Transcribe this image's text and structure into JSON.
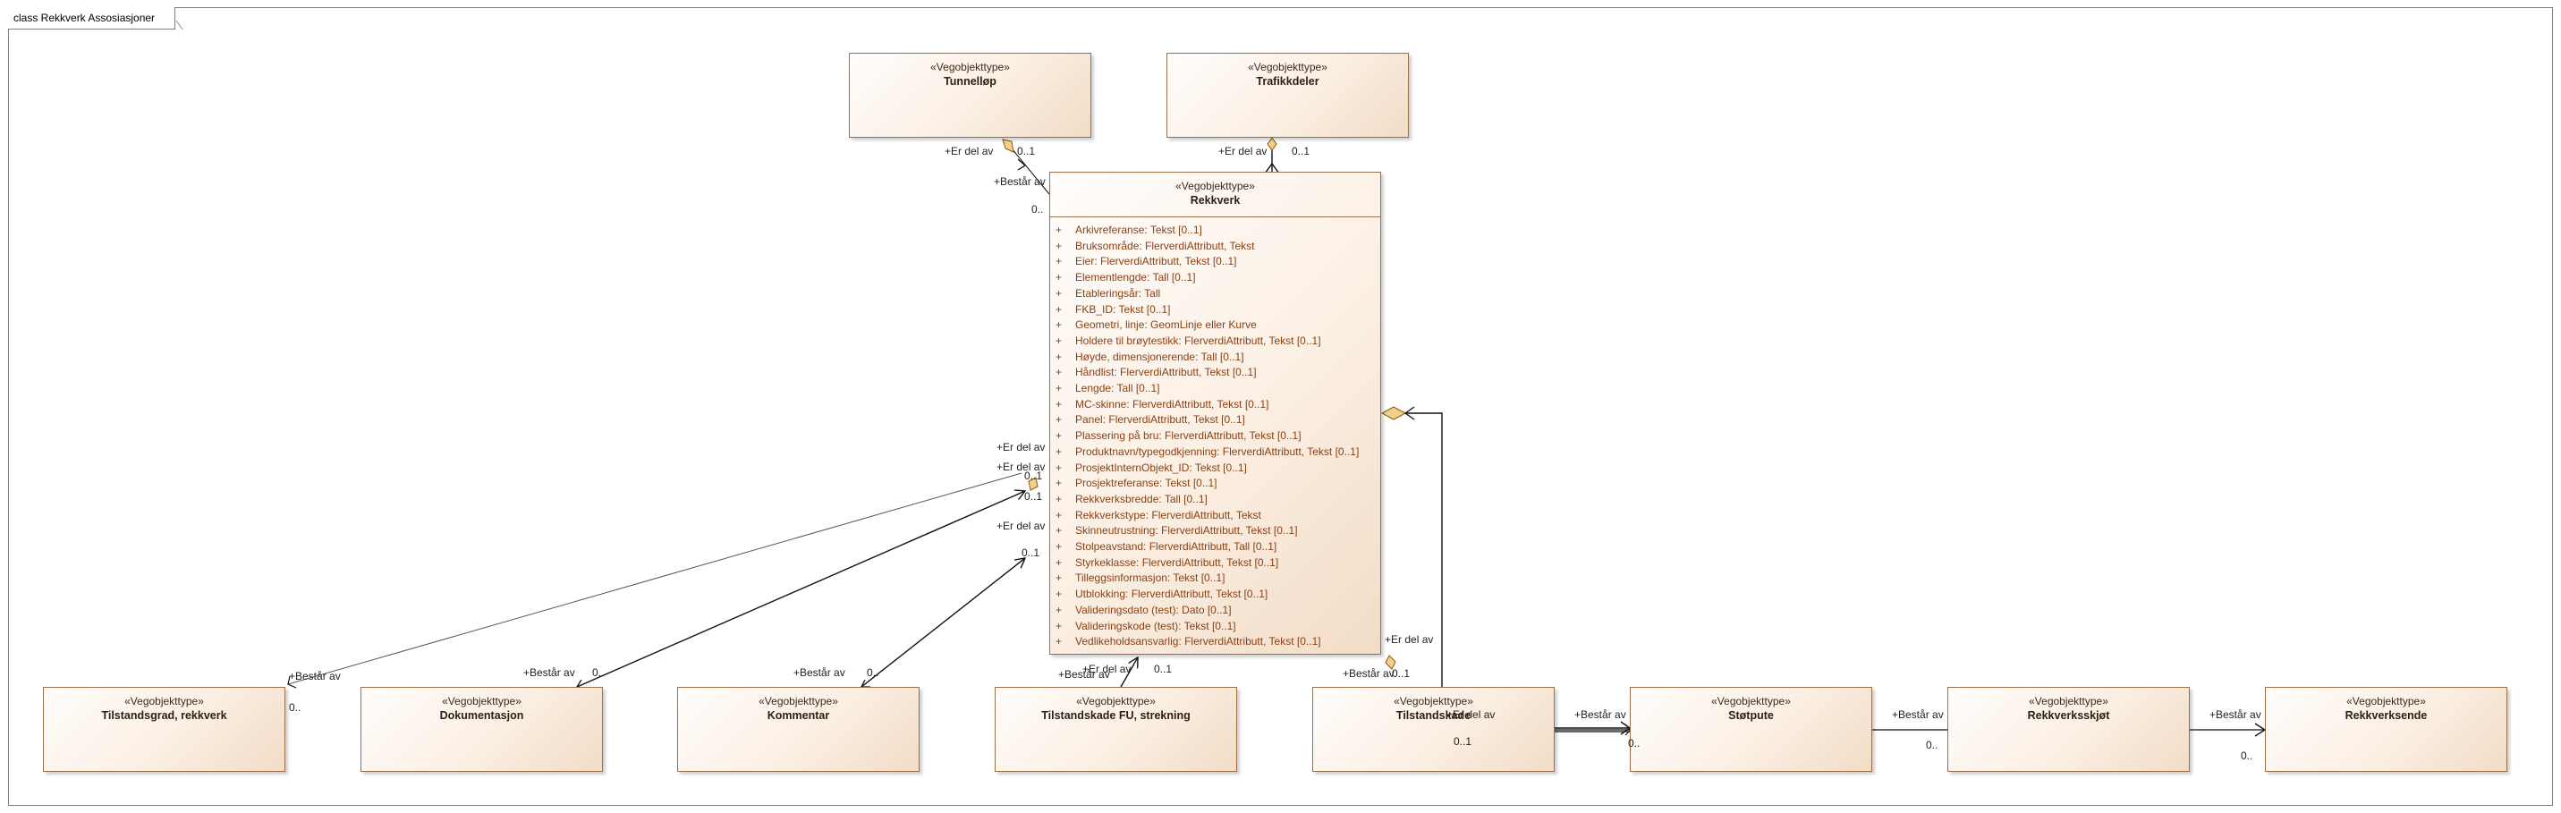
{
  "frame": {
    "title": "class Rekkverk Assosiasjoner"
  },
  "stereotype": "«Vegobjekttype»",
  "classes": {
    "tunnellop": "Tunnelløp",
    "trafikkdeler": "Trafikkdeler",
    "rekkverk": "Rekkverk",
    "tilstandsgrad": "Tilstandsgrad, rekkverk",
    "dokumentasjon": "Dokumentasjon",
    "kommentar": "Kommentar",
    "tilstandskade_fu": "Tilstandskade FU, strekning",
    "tilstandskade": "Tilstandskade",
    "stotpute": "Støtpute",
    "rekkverksskjot": "Rekkverksskjøt",
    "rekkverksende": "Rekkverksende"
  },
  "visibility": "+",
  "attributes": [
    "Arkivreferanse: Tekst [0..1]",
    "Bruksområde: FlerverdiAttributt, Tekst",
    "Eier: FlerverdiAttributt, Tekst [0..1]",
    "Elementlengde: Tall [0..1]",
    "Etableringsår: Tall",
    "FKB_ID: Tekst [0..1]",
    "Geometri, linje: GeomLinje eller Kurve",
    "Holdere til brøytestikk: FlerverdiAttributt, Tekst [0..1]",
    "Høyde, dimensjonerende: Tall [0..1]",
    "Håndlist: FlerverdiAttributt, Tekst [0..1]",
    "Lengde: Tall [0..1]",
    "MC-skinne: FlerverdiAttributt, Tekst [0..1]",
    "Panel: FlerverdiAttributt, Tekst [0..1]",
    "Plassering på bru: FlerverdiAttributt, Tekst [0..1]",
    "Produktnavn/typegodkjenning: FlerverdiAttributt, Tekst [0..1]",
    "ProsjektInternObjekt_ID: Tekst [0..1]",
    "Prosjektreferanse: Tekst [0..1]",
    "Rekkverksbredde: Tall [0..1]",
    "Rekkverkstype: FlerverdiAttributt, Tekst",
    "Skinneutrustning: FlerverdiAttributt, Tekst [0..1]",
    "Stolpeavstand: FlerverdiAttributt, Tall [0..1]",
    "Styrkeklasse: FlerverdiAttributt, Tekst [0..1]",
    "Tilleggsinformasjon: Tekst [0..1]",
    "Utblokking: FlerverdiAttributt, Tekst [0..1]",
    "Valideringsdato (test): Dato [0..1]",
    "Valideringskode (test): Tekst [0..1]",
    "Vedlikeholdsansvarlig: FlerverdiAttributt, Tekst [0..1]"
  ],
  "roles": {
    "er_del_av": "+Er del av",
    "bestar_av": "+Består av",
    "mult_01": "0..1",
    "mult_0n": "0.."
  }
}
